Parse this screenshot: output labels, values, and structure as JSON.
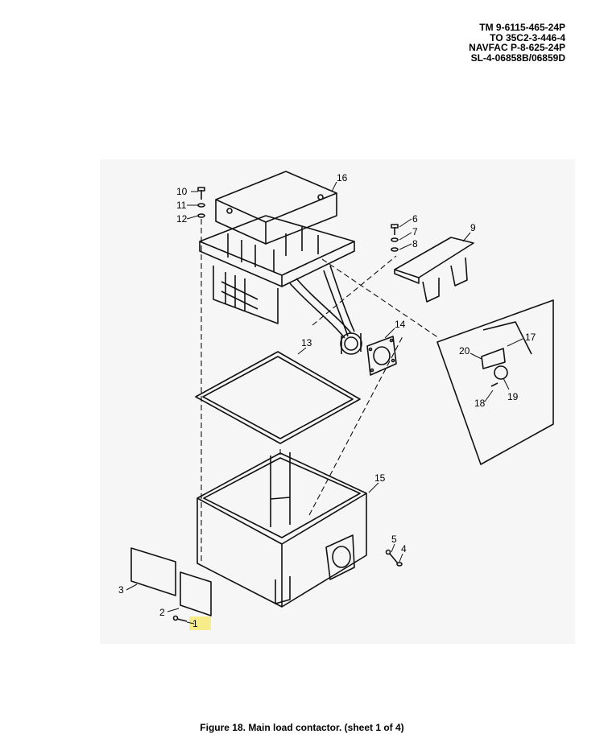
{
  "header": {
    "lines": [
      "TM 9-6115-465-24P",
      "TO 35C2-3-446-4",
      "NAVFAC P-8-625-24P",
      "SL-4-06858B/06859D"
    ]
  },
  "figure": {
    "callouts": [
      "1",
      "2",
      "3",
      "4",
      "5",
      "6",
      "7",
      "8",
      "9",
      "10",
      "11",
      "12",
      "13",
      "14",
      "15",
      "16",
      "17",
      "18",
      "19",
      "20"
    ],
    "highlighted_callout": "1",
    "highlight_color": "#f6ec8a"
  },
  "caption": "Figure 18. Main load contactor. (sheet 1 of 4)"
}
